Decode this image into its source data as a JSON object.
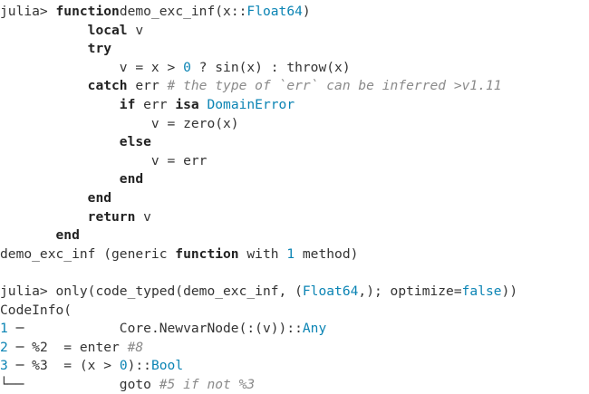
{
  "session": [
    [
      [
        "pr",
        "julia> "
      ],
      [
        "kw",
        "function"
      ],
      [
        "",
        "demo_exc_inf(x::"
      ],
      [
        "type",
        "Float64"
      ],
      [
        "",
        ")"
      ]
    ],
    [
      [
        "",
        "           "
      ],
      [
        "kw",
        "local"
      ],
      [
        "",
        " v"
      ]
    ],
    [
      [
        "",
        "           "
      ],
      [
        "kw",
        "try"
      ]
    ],
    [
      [
        "",
        "               v = x > "
      ],
      [
        "num",
        "0"
      ],
      [
        "",
        " ? sin(x) : throw(x)"
      ]
    ],
    [
      [
        "",
        "           "
      ],
      [
        "kw",
        "catch"
      ],
      [
        "",
        " err "
      ],
      [
        "cm",
        "# the type of `err` can be inferred >v1.11"
      ]
    ],
    [
      [
        "",
        "               "
      ],
      [
        "kw",
        "if"
      ],
      [
        "",
        " err "
      ],
      [
        "kw",
        "isa"
      ],
      [
        "",
        " "
      ],
      [
        "type",
        "DomainError"
      ]
    ],
    [
      [
        "",
        "                   v = zero(x)"
      ]
    ],
    [
      [
        "",
        "               "
      ],
      [
        "kw",
        "else"
      ]
    ],
    [
      [
        "",
        "                   v = err"
      ]
    ],
    [
      [
        "",
        "               "
      ],
      [
        "kw",
        "end"
      ]
    ],
    [
      [
        "",
        "           "
      ],
      [
        "kw",
        "end"
      ]
    ],
    [
      [
        "",
        "           "
      ],
      [
        "kw",
        "return"
      ],
      [
        "",
        " v"
      ]
    ],
    [
      [
        "",
        "       "
      ],
      [
        "kw",
        "end"
      ]
    ],
    [
      [
        "",
        "demo_exc_inf (generic "
      ],
      [
        "kw",
        "function"
      ],
      [
        "",
        " with "
      ],
      [
        "num",
        "1"
      ],
      [
        "",
        " method)"
      ]
    ],
    [
      [
        "",
        ""
      ]
    ],
    [
      [
        "pr",
        "julia> "
      ],
      [
        "",
        "only(code_typed(demo_exc_inf, ("
      ],
      [
        "type",
        "Float64"
      ],
      [
        "",
        ",); optimize="
      ],
      [
        "num",
        "false"
      ],
      [
        "",
        "))"
      ]
    ],
    [
      [
        "",
        "CodeInfo("
      ]
    ],
    [
      [
        "num",
        "1"
      ],
      [
        "",
        " ─            Core.NewvarNode(:(v))::"
      ],
      [
        "type",
        "Any"
      ]
    ],
    [
      [
        "num",
        "2"
      ],
      [
        "",
        " ─ %2  = enter "
      ],
      [
        "cm",
        "#8"
      ]
    ],
    [
      [
        "num",
        "3"
      ],
      [
        "",
        " ─ %3  = (x > "
      ],
      [
        "num",
        "0"
      ],
      [
        "",
        ")::"
      ],
      [
        "type",
        "Bool"
      ]
    ],
    [
      [
        "",
        "└──            goto "
      ],
      [
        "cm",
        "#5 if not %3"
      ]
    ]
  ]
}
